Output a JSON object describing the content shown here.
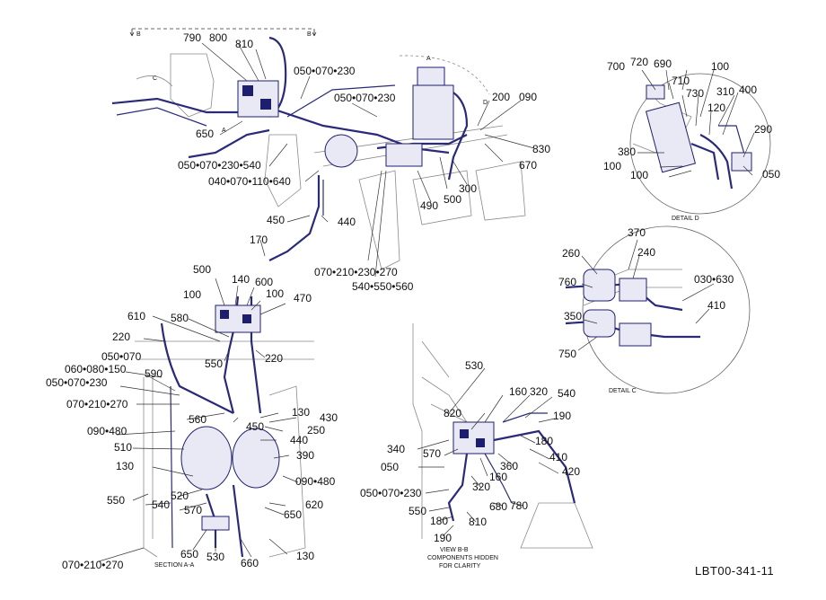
{
  "main_view": {
    "section_markers": [
      "B",
      "B",
      "C",
      "A",
      "A",
      "D"
    ],
    "callouts": [
      "790",
      "800",
      "810",
      "050•070•230",
      "050•070•230",
      "650",
      "050•070•230•540",
      "040•070•110•640",
      "450",
      "440",
      "170",
      "490",
      "500",
      "300",
      "200",
      "090",
      "830",
      "670",
      "070•210•230•270",
      "540•550•560"
    ]
  },
  "detail_d": {
    "title": "DETAIL  D",
    "callouts": [
      "700",
      "720",
      "690",
      "710",
      "100",
      "730",
      "310",
      "400",
      "120",
      "290",
      "380",
      "100",
      "100",
      "050"
    ]
  },
  "detail_c": {
    "title": "DETAIL  C",
    "callouts": [
      "370",
      "260",
      "240",
      "760",
      "030•630",
      "410",
      "350",
      "750"
    ]
  },
  "section_a": {
    "title": "SECTION A-A",
    "callouts": [
      "500",
      "140",
      "600",
      "100",
      "100",
      "470",
      "610",
      "580",
      "220",
      "050•070",
      "550",
      "220",
      "060•080•150",
      "590",
      "050•070•230",
      "070•210•270",
      "560",
      "450",
      "130",
      "430",
      "250",
      "090•480",
      "440",
      "510",
      "390",
      "130",
      "090•480",
      "550",
      "540",
      "520",
      "570",
      "620",
      "650",
      "650",
      "530",
      "660",
      "130",
      "070•210•270"
    ]
  },
  "view_bb": {
    "title_lines": [
      "VIEW  B-B",
      "COMPONENTS HIDDEN",
      "FOR CLARITY"
    ],
    "callouts": [
      "530",
      "160",
      "320",
      "540",
      "820",
      "190",
      "180",
      "340",
      "570",
      "410",
      "050",
      "360",
      "420",
      "160",
      "320",
      "050•070•230",
      "680",
      "780",
      "550",
      "180",
      "810",
      "190"
    ]
  },
  "reference": "LBT00-341-11"
}
